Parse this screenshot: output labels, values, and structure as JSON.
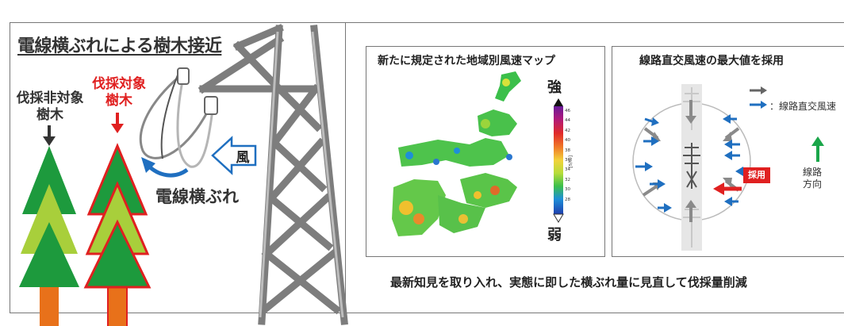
{
  "left_panel": {
    "title": "電線横ぶれによる樹木接近",
    "non_target_label": [
      "伐採非対象",
      "樹木"
    ],
    "target_label": [
      "伐採対象",
      "樹木"
    ],
    "wind_label": "風",
    "sway_label": "電線横ぶれ"
  },
  "map_panel": {
    "title": "新たに規定された地域別風速マップ",
    "strong_label": "強",
    "weak_label": "弱",
    "scale_unit": "[m/s]",
    "scale_ticks": [
      "46",
      "44",
      "42",
      "40",
      "38",
      "36",
      "34",
      "32",
      "30",
      "28"
    ]
  },
  "direction_panel": {
    "title": "線路直交風速の最大値を採用",
    "legend_item": "：線路直交風速",
    "adopt_badge": "採用",
    "line_direction_label": [
      "線路",
      "方向"
    ]
  },
  "conclusion": "最新知見を取り入れ、実態に即した横ぶれ量に見直して伐採量削減",
  "colors": {
    "tree_dark": "#1d9a3d",
    "tree_mid": "#6cbb2c",
    "tree_light": "#a8cf3b",
    "trunk": "#e8711a",
    "target_red": "#e02020",
    "wind_blue": "#1f6fc0",
    "tower_gray": "#8a8a8a",
    "green_arrow": "#1aa64a"
  }
}
